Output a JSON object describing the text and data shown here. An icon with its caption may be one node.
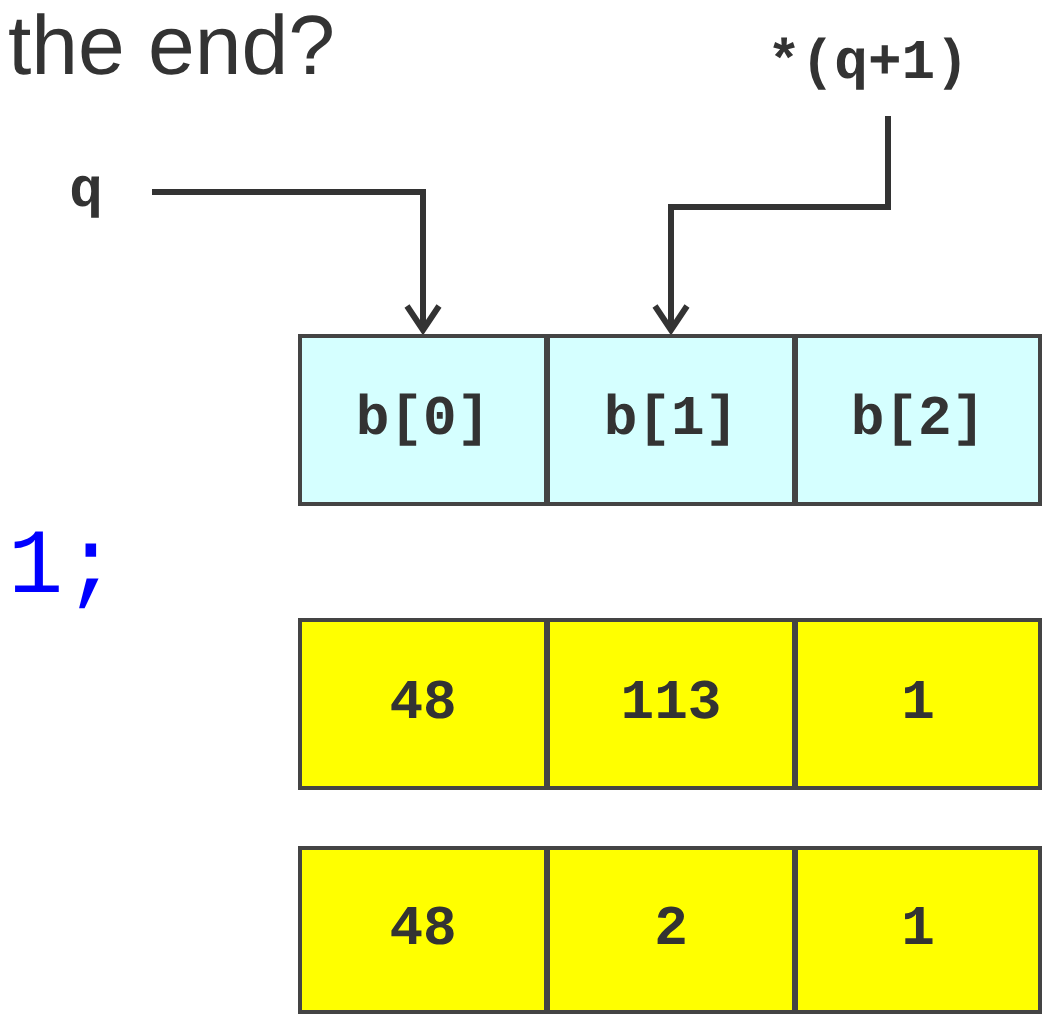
{
  "diagram": {
    "nodes": [
      {
        "text": [
          "q"
        ]
      },
      {
        "text": [
          "*(q+1)"
        ]
      },
      {
        "text": [
          "b[0]"
        ]
      },
      {
        "text": [
          "b[1]"
        ]
      },
      {
        "text": [
          "b[2]"
        ]
      },
      {
        "text": [
          "48"
        ]
      },
      {
        "text": [
          "113"
        ]
      },
      {
        "text": [
          "1"
        ]
      },
      {
        "text": [
          "48"
        ]
      },
      {
        "text": [
          "2"
        ]
      },
      {
        "text": [
          "1"
        ]
      }
    ],
    "edges": [
      {
        "from": 0,
        "to": 2,
        "arrow": "to"
      },
      {
        "from": 1,
        "to": 3,
        "arrow": "to"
      }
    ],
    "labels": [
      "the end?",
      "1;"
    ]
  }
}
